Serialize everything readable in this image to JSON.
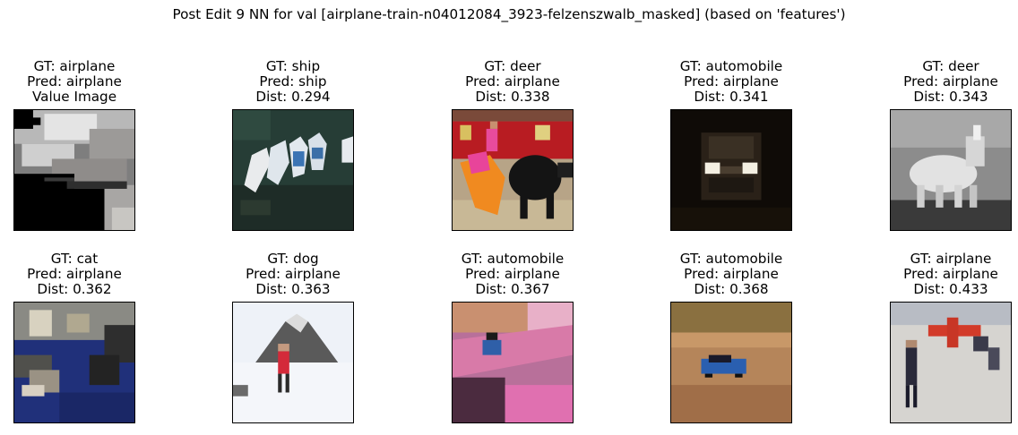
{
  "figure": {
    "title": "Post Edit 9 NN for val [airplane-train-n04012084_3923-felzenszwalb_masked] (based on 'features')"
  },
  "panels": [
    {
      "caption": [
        "GT: airplane",
        "Pred: airplane",
        "Value Image"
      ],
      "image": "masked gray cloudy sky with airplane silhouette",
      "colors": {
        "base": "#8a8a8a",
        "accent": "#d9d9d9",
        "dark": "#000000"
      }
    },
    {
      "caption": [
        "GT: ship",
        "Pred: ship",
        "Dist: 0.294"
      ],
      "image": "boats seen from above on dark green water",
      "colors": {
        "base": "#243a35",
        "accent": "#e8ecef",
        "dark": "#3a6ea5"
      }
    },
    {
      "caption": [
        "GT: deer",
        "Pred: airplane",
        "Dist: 0.338"
      ],
      "image": "bullfighter with pink and orange cape and black bull",
      "colors": {
        "base": "#b9a58a",
        "accent": "#f28a1e",
        "dark": "#151515"
      }
    },
    {
      "caption": [
        "GT: automobile",
        "Pred: airplane",
        "Dist: 0.341"
      ],
      "image": "car at night with bright headlights",
      "colors": {
        "base": "#120d08",
        "accent": "#f6f1e6",
        "dark": "#3c2f22"
      }
    },
    {
      "caption": [
        "GT: deer",
        "Pred: airplane",
        "Dist: 0.343"
      ],
      "image": "grayscale goat",
      "colors": {
        "base": "#9a9a9a",
        "accent": "#e6e6e6",
        "dark": "#2a2a2a"
      }
    },
    {
      "caption": [
        "GT: cat",
        "Pred: airplane",
        "Dist: 0.362"
      ],
      "image": "cat lying on blue blanket",
      "colors": {
        "base": "#1f2f7a",
        "accent": "#d8d0c2",
        "dark": "#2d2d2d"
      }
    },
    {
      "caption": [
        "GT: dog",
        "Pred: airplane",
        "Dist: 0.363"
      ],
      "image": "person in red jacket in snow with mountain",
      "colors": {
        "base": "#eef2f8",
        "accent": "#d42a3a",
        "dark": "#4a4a4a"
      }
    },
    {
      "caption": [
        "GT: automobile",
        "Pred: airplane",
        "Dist: 0.367"
      ],
      "image": "blurred pink car close-up",
      "colors": {
        "base": "#c05a9a",
        "accent": "#2f6ab0",
        "dark": "#4b2b3f"
      }
    },
    {
      "caption": [
        "GT: automobile",
        "Pred: airplane",
        "Dist: 0.368"
      ],
      "image": "blue car on sandy track",
      "colors": {
        "base": "#b58554",
        "accent": "#2a5fb0",
        "dark": "#5e4a2a"
      }
    },
    {
      "caption": [
        "GT: airplane",
        "Pred: airplane",
        "Dist: 0.433"
      ],
      "image": "person standing on snowy airfield with red plane",
      "colors": {
        "base": "#d8d6d2",
        "accent": "#d23b2a",
        "dark": "#2a2a3a"
      }
    }
  ]
}
